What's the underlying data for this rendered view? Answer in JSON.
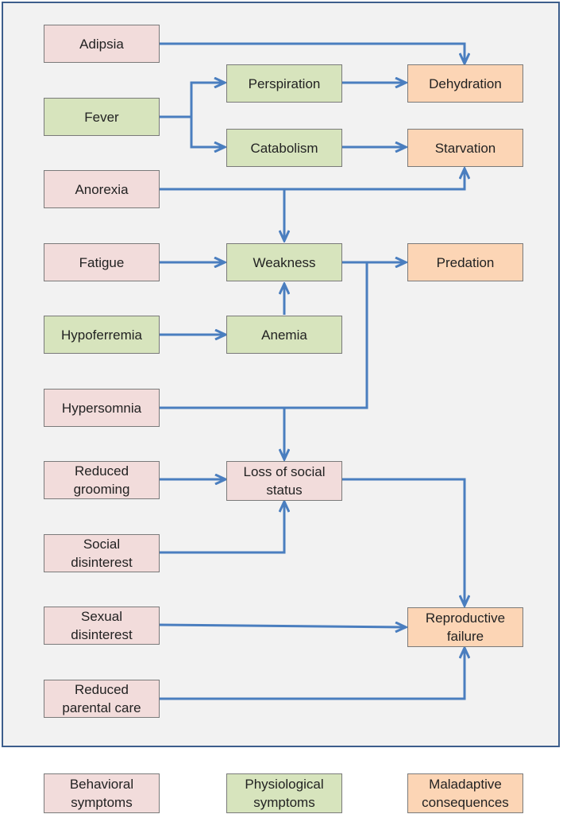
{
  "colors": {
    "behavioral": "#f2dcdb",
    "physiological": "#d7e4bd",
    "consequence": "#fcd5b5",
    "arrow": "#4a7ebf",
    "frame": "#3d5e8c"
  },
  "nodes": {
    "adipsia": "Adipsia",
    "fever": "Fever",
    "anorexia": "Anorexia",
    "fatigue": "Fatigue",
    "hypoferremia": "Hypoferremia",
    "hypersomnia": "Hypersomnia",
    "reduced_grooming": "Reduced\ngrooming",
    "social_disinterest": "Social\ndisinterest",
    "sexual_disinterest": "Sexual\ndisinterest",
    "reduced_parental_care": "Reduced\nparental care",
    "perspiration": "Perspiration",
    "catabolism": "Catabolism",
    "weakness": "Weakness",
    "anemia": "Anemia",
    "loss_of_social_status": "Loss of social\nstatus",
    "dehydration": "Dehydration",
    "starvation": "Starvation",
    "predation": "Predation",
    "reproductive_failure": "Reproductive\nfailure"
  },
  "legend": {
    "behavioral": "Behavioral\nsymptoms",
    "physiological": "Physiological\nsymptoms",
    "maladaptive": "Maladaptive\nconsequences"
  }
}
